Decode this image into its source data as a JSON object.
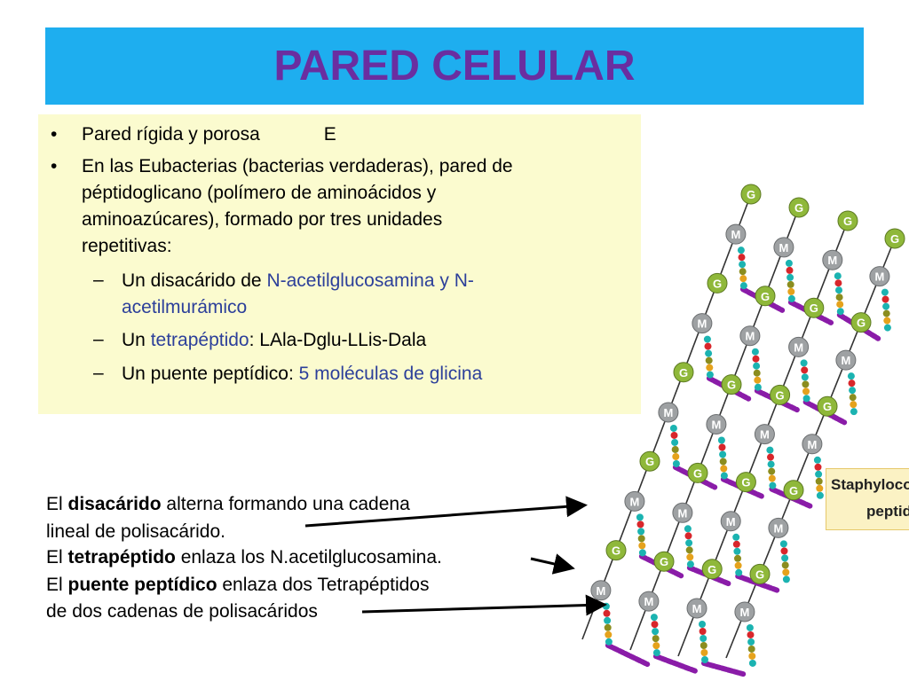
{
  "title": "PARED CELULAR",
  "bullets": {
    "b1": "Pared rígida y porosa",
    "b1_extra": "E",
    "b2_l1": "En las Eubacterias (bacterias verdaderas), pared de",
    "b2_l2": "péptidoglicano (polímero de aminoácidos y",
    "b2_l3": "aminoazúcares), formado por tres unidades",
    "b2_l4": "repetitivas:",
    "s1_pre": "Un disacárido de ",
    "s1_blue1": "N-acetilglucosamina y N-",
    "s1_blue2": "acetilmurámico",
    "s2_pre": "Un ",
    "s2_blue": "tetrapéptido",
    "s2_post": ": LAla-Dglu-LLis-Dala",
    "s3_pre": "Un puente peptídico",
    "s3_colon": ": ",
    "s3_blue": "5 moléculas de glicina",
    "bullet_mark": "•",
    "dash_mark": "–"
  },
  "captions": {
    "c1_pre": "El ",
    "c1_bold": "disacárido",
    "c1_post": " alterna formando una cadena",
    "c2": "lineal de polisacárido.",
    "c3_pre": "El ",
    "c3_bold": "tetrapéptido",
    "c3_post": " enlaza los N.acetilglucosamina.",
    "c4_pre": "El ",
    "c4_bold": "puente peptídico",
    "c4_post": " enlaza dos Tetrapéptidos",
    "c5": "de dos cadenas de polisacáridos"
  },
  "diagram": {
    "g_label": "G",
    "m_label": "M",
    "colors": {
      "g_sugar": "#8fb83a",
      "m_sugar": "#9ea1a3",
      "glycine": "#8a1ca8",
      "aa_red": "#d8262b",
      "aa_teal": "#1bb3b1",
      "aa_olive": "#8b8d1f",
      "aa_orange": "#e5a21c"
    }
  },
  "staph_label": {
    "line1": "Staphylococ",
    "line2": "peptido"
  }
}
